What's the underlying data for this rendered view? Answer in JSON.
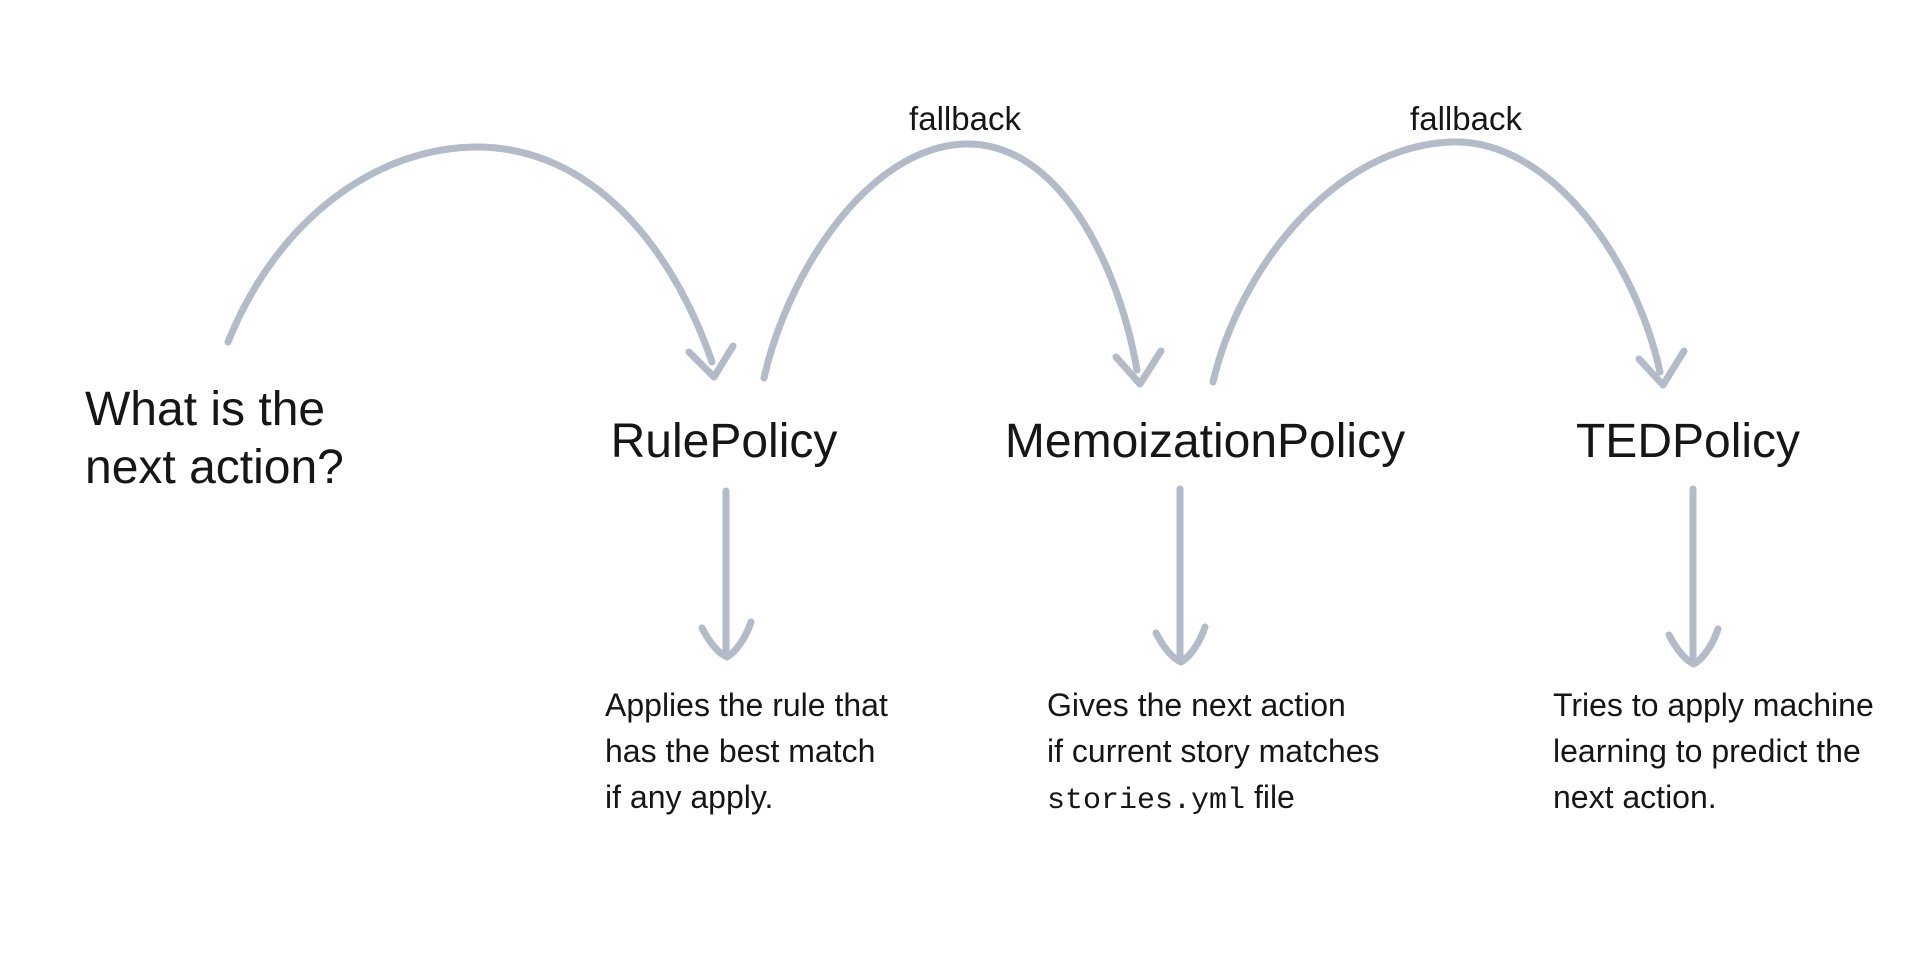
{
  "diagram": {
    "question": {
      "line1": "What is the",
      "line2": "next action?"
    },
    "fallback_labels": [
      "fallback",
      "fallback"
    ],
    "policies": [
      {
        "name": "RulePolicy",
        "desc_lines": [
          "Applies the rule that",
          "has the best match",
          "if any apply."
        ]
      },
      {
        "name": "MemoizationPolicy",
        "desc_lines": [
          "Gives the next action",
          "if current story matches"
        ],
        "code_token": "stories.yml",
        "code_suffix": " file"
      },
      {
        "name": "TEDPolicy",
        "desc_lines": [
          "Tries to apply machine",
          "learning to predict the",
          "next action."
        ]
      }
    ],
    "colors": {
      "arrow": "#b2bbc7",
      "text": "#161616"
    }
  }
}
